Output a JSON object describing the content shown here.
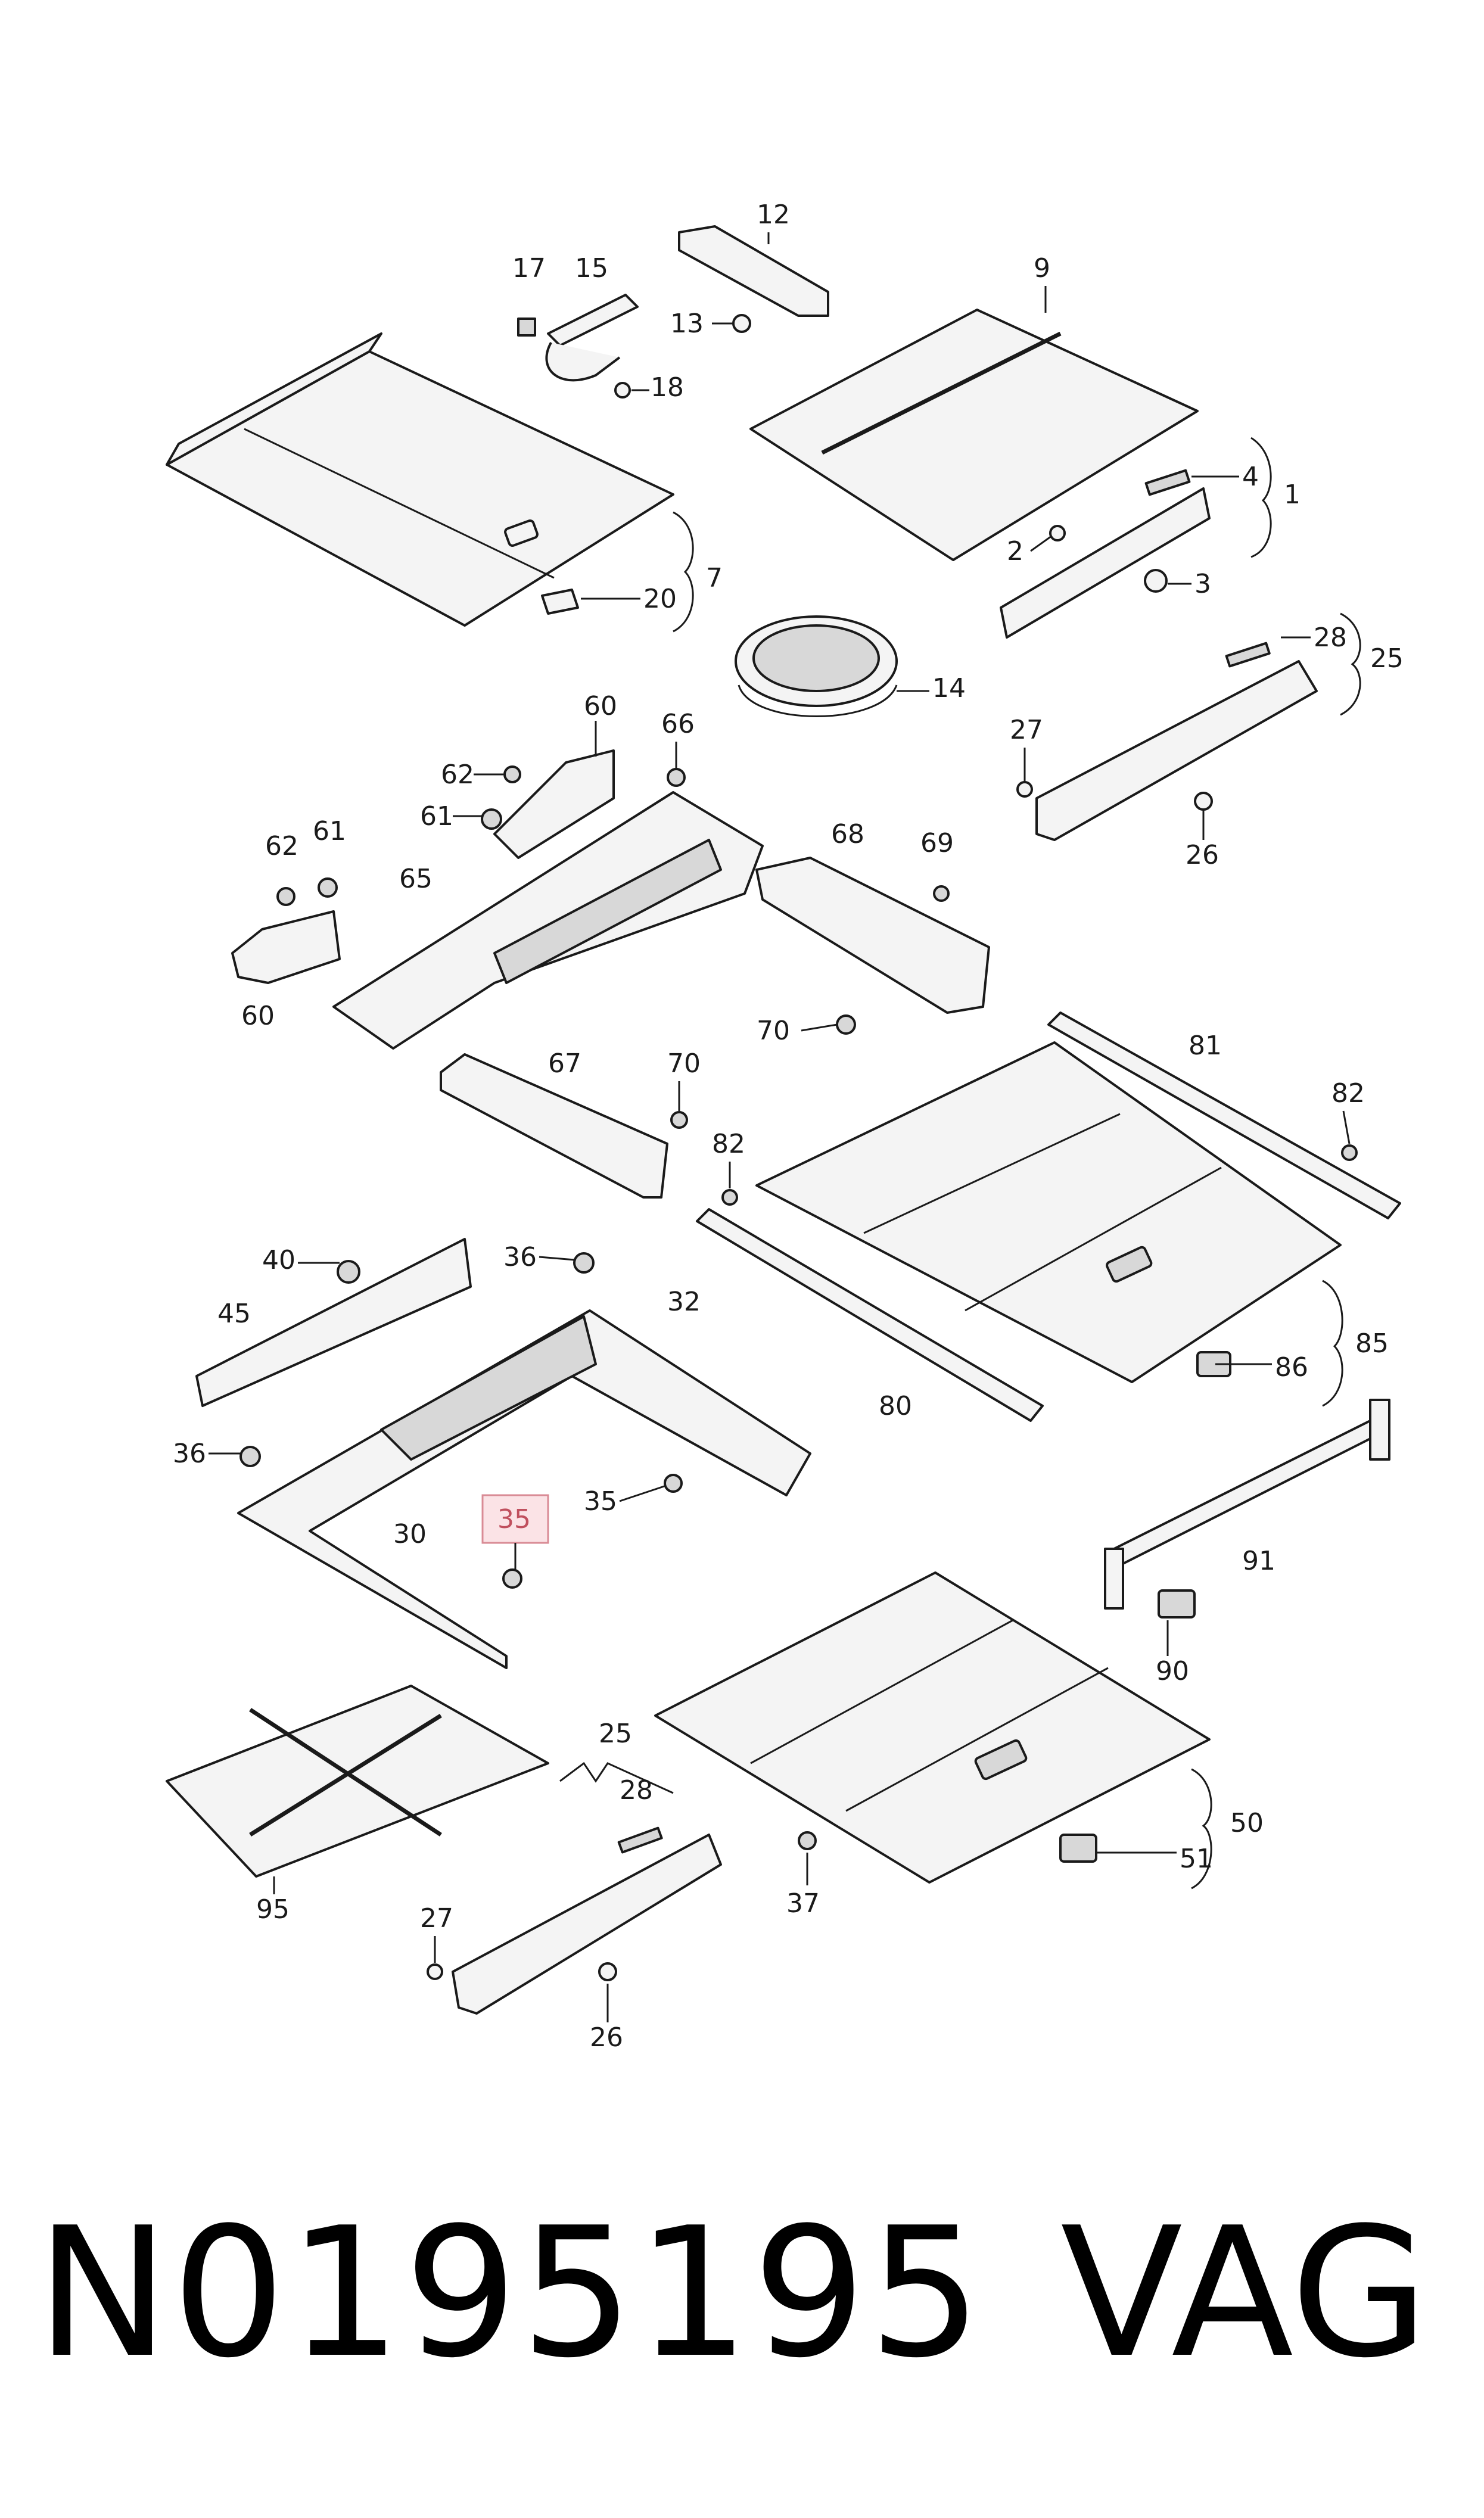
{
  "diagram": {
    "callouts": [
      "12",
      "17",
      "15",
      "9",
      "13",
      "18",
      "4",
      "1",
      "2",
      "3",
      "7",
      "20",
      "14",
      "28",
      "25",
      "60",
      "66",
      "27",
      "62",
      "61",
      "26",
      "68",
      "69",
      "62",
      "61",
      "65",
      "60",
      "70",
      "67",
      "81",
      "70",
      "82",
      "82",
      "40",
      "36",
      "32",
      "45",
      "36",
      "35",
      "30",
      "35",
      "85",
      "86",
      "80",
      "91",
      "90",
      "25",
      "28",
      "50",
      "51",
      "95",
      "37",
      "27",
      "26"
    ],
    "highlighted_callout": "35"
  },
  "footer": {
    "part_number": "N0195195",
    "brand": "VAG"
  }
}
